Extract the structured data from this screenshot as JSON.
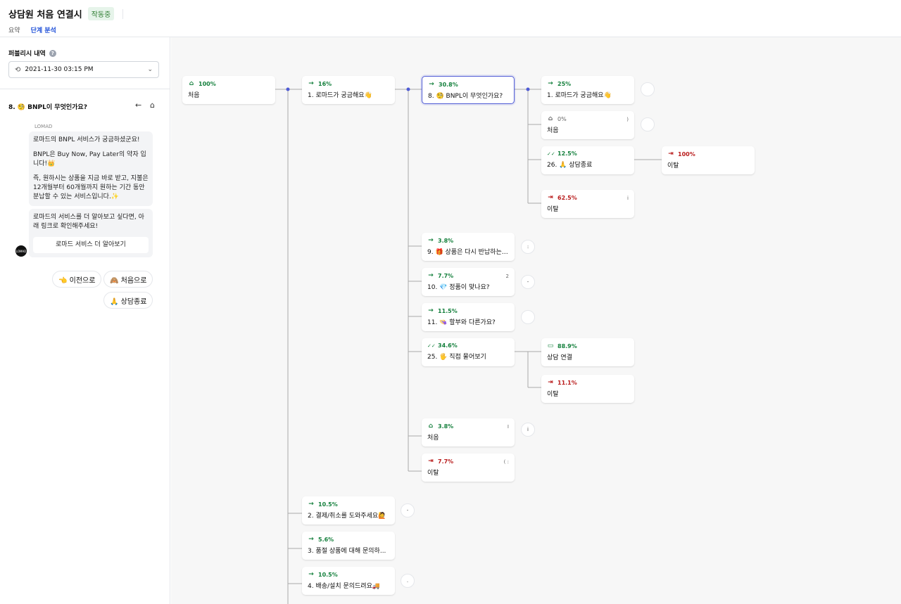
{
  "header": {
    "title": "상담원 처음 연결시",
    "status": "작동중",
    "tabs": [
      {
        "label": "요약",
        "active": false
      },
      {
        "label": "단계 분석",
        "active": true
      }
    ]
  },
  "sidebar": {
    "history_label": "퍼블리시 내역",
    "selected_date": "2021-11-30 03:15 PM",
    "step_title": "8. 🧐 BNPL이 무엇인가요?",
    "bot_name": "LOMAD",
    "avatar_text": "LOMAD",
    "message1": {
      "p1": "로마드의 BNPL 서비스가 궁금하셨군요!",
      "p2": "BNPL은 Buy Now, Pay Later의 약자 입니다!👑",
      "p3": "즉, 원하시는 상품을 지금 바로 받고, 지불은 12개월부터 60개월까지 원하는 기간 동안 분납할 수 있는 서비스입니다.✨"
    },
    "message2": {
      "text": "로마드의 서비스를 더 알아보고 싶다면, 아래 링크로 확인해주세요!",
      "link_label": "로마드 서비스 더 알아보기"
    },
    "quick_replies": {
      "prev": "👈 이전으로",
      "home": "🙈 처음으로",
      "end": "🙏 상담종료"
    }
  },
  "colors": {
    "accent": "#1d4ed8",
    "green": "#15803d",
    "red": "#b91c1c",
    "selected_border": "#4f5bd5",
    "canvas_bg": "#f7f7f7"
  },
  "flow": {
    "nodes": [
      {
        "id": "n0",
        "icon": "home-icon",
        "pct": "100%",
        "label": "처음"
      },
      {
        "id": "n1",
        "icon": "arrow-right-icon",
        "pct": "16%",
        "label": "1. 로마드가 궁금해요👋"
      },
      {
        "id": "n2",
        "icon": "arrow-right-icon",
        "pct": "30.8%",
        "label": "8. 🧐 BNPL이 무엇인가요?",
        "selected": true
      },
      {
        "id": "n3",
        "icon": "arrow-right-icon",
        "pct": "25%",
        "label": "1. 로마드가 궁금해요👋"
      },
      {
        "id": "n4",
        "icon": "home-icon",
        "pct": "0%",
        "label": "처음",
        "glitch": ")"
      },
      {
        "id": "n5",
        "icon": "double-check-icon",
        "pct": "12.5%",
        "label": "26. 🙏 상담종료"
      },
      {
        "id": "n6",
        "icon": "exit-icon",
        "pct": "100%",
        "label": "이탈"
      },
      {
        "id": "n7",
        "icon": "exit-icon",
        "pct": "62.5%",
        "label": "이탈",
        "glitch": "i"
      },
      {
        "id": "n8",
        "icon": "arrow-right-icon",
        "pct": "3.8%",
        "label": "9. 🎁 상품은 다시 반납하는 ..."
      },
      {
        "id": "n9",
        "icon": "arrow-right-icon",
        "pct": "7.7%",
        "label": "10. 💎 정품이 맞나요?",
        "glitch": "2"
      },
      {
        "id": "n10",
        "icon": "arrow-right-icon",
        "pct": "11.5%",
        "label": "11. 👒 할부와 다른가요?"
      },
      {
        "id": "n11",
        "icon": "double-check-icon",
        "pct": "34.6%",
        "label": "25. 🖐 직접 물어보기"
      },
      {
        "id": "n12",
        "icon": "inbox-icon",
        "pct": "88.9%",
        "label": "상담 연결"
      },
      {
        "id": "n13",
        "icon": "exit-icon",
        "pct": "11.1%",
        "label": "이탈"
      },
      {
        "id": "n14",
        "icon": "home-icon",
        "pct": "3.8%",
        "label": "처음",
        "glitch": "I"
      },
      {
        "id": "n15",
        "icon": "exit-icon",
        "pct": "7.7%",
        "label": "이탈",
        "glitch": "( :"
      },
      {
        "id": "n16",
        "icon": "arrow-right-icon",
        "pct": "10.5%",
        "label": "2. 결제/취소를 도와주세요🙋"
      },
      {
        "id": "n17",
        "icon": "arrow-right-icon",
        "pct": "5.6%",
        "label": "3. 품절 상품에 대해 문의하..."
      },
      {
        "id": "n18",
        "icon": "arrow-right-icon",
        "pct": "10.5%",
        "label": "4. 배송/설치 문의드려요🚚"
      }
    ],
    "add_buttons": [
      "",
      "",
      ":",
      "-",
      "",
      "i",
      "-",
      "."
    ]
  }
}
